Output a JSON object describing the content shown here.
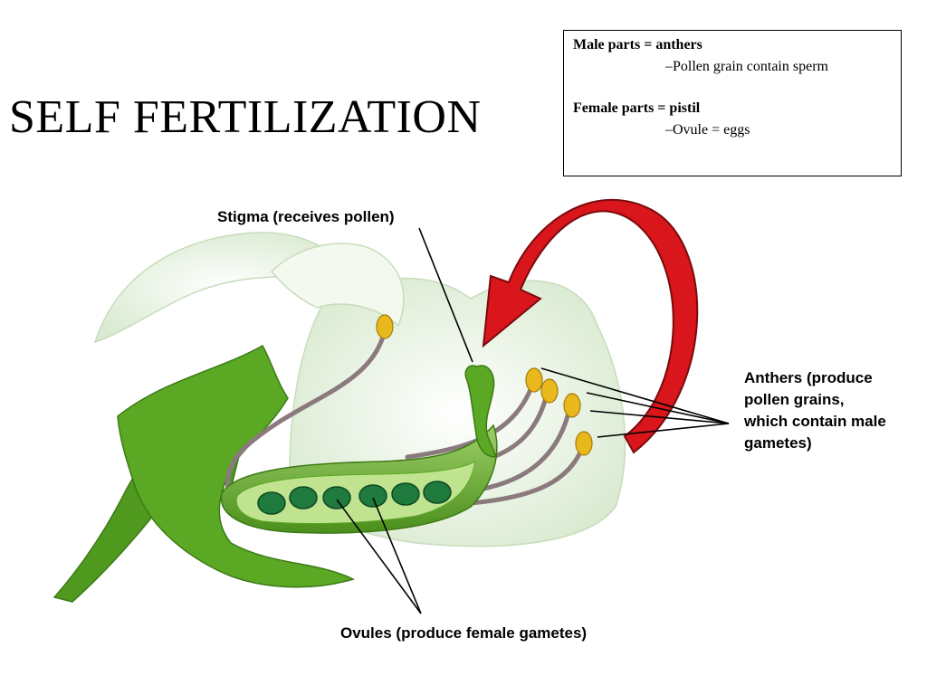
{
  "slide": {
    "title": "SELF FERTILIZATION"
  },
  "notes": {
    "male_heading": "Male parts = anthers",
    "male_detail": "–Pollen grain contain sperm",
    "female_heading": "Female parts = pistil",
    "female_detail": "–Ovule = eggs"
  },
  "labels": {
    "stigma": "Stigma (receives pollen)",
    "anthers": "Anthers (produce pollen grains, which contain male gametes)",
    "ovules": "Ovules (produce female gametes)"
  },
  "colors": {
    "arrow": "#d8161b",
    "stem": "#4f9a1e",
    "petal": "#eef5e8",
    "ovule": "#1f7a3e",
    "anther": "#e8b81c",
    "filament": "#8a7a7e"
  }
}
